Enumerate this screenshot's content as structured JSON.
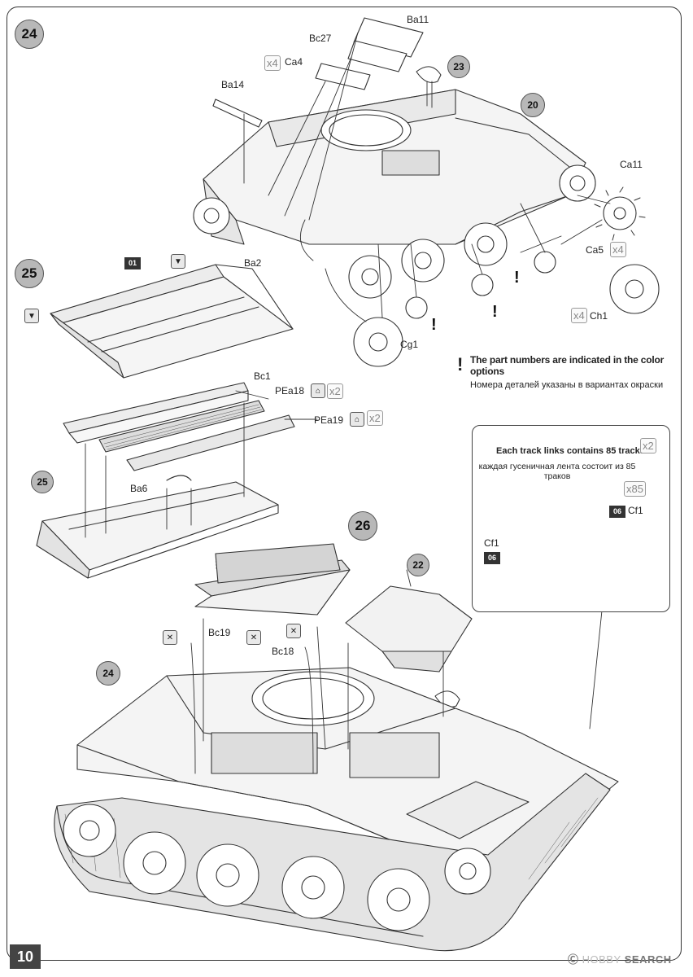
{
  "steps": {
    "s24": "24",
    "s25": "25",
    "s26": "26",
    "ref25": "25",
    "ref24": "24",
    "ref23": "23",
    "ref20": "20",
    "ref22": "22"
  },
  "step24_parts": {
    "ba11": "Ba11",
    "bc27": "Bc27",
    "ca4": "Ca4",
    "ca4_qty": "x4",
    "ba14": "Ba14",
    "ca11": "Ca11",
    "ca5": "Ca5",
    "ca5_qty": "x4",
    "ch1": "Ch1",
    "ch1_qty": "x4",
    "cg1": "Cg1"
  },
  "step25_parts": {
    "tag01": "01",
    "ba2": "Ba2",
    "bc1": "Bc1",
    "pea18": "PEa18",
    "pea18_qty": "x2",
    "pea19": "PEa19",
    "pea19_qty": "x2",
    "ba6": "Ba6"
  },
  "step26_parts": {
    "bc19": "Bc19",
    "bc18": "Bc18"
  },
  "note": {
    "en": "The part numbers are indicated in the color options",
    "ru": "Номера деталей указаны в вариантах окраски",
    "mark": "!"
  },
  "track_box": {
    "title_en": "Each track links contains 85 tracks",
    "title_qty": "x2",
    "title_ru": "каждая гусеничная лента состоит из 85 траков",
    "qty85": "x85",
    "tag06a": "06",
    "cf1a": "Cf1",
    "cf1b": "Cf1",
    "tag06b": "06"
  },
  "page_number": "10",
  "watermark": {
    "brand": "HOBBY",
    "suffix": "SEARCH"
  },
  "colors": {
    "step_circle": "#b8b8b8",
    "line": "#333333",
    "tag_bg": "#333333"
  }
}
